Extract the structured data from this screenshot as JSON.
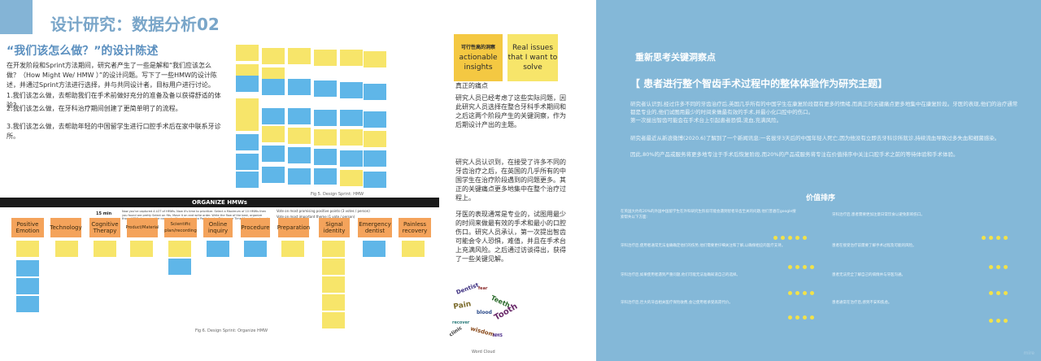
{
  "left": {
    "title": "设计研究：数据分析02",
    "subtitle": "“我们该怎么做？”的设计陈述",
    "intro": "在开发阶段和Sprint方法期间，研究者产生了一些是解和“我们应该怎么做？（How Might We/ HMW ）”的设计问题。写下了一些HMW的设计陈述，并通过Sprint方法进行选择，并与共同设计者，目标用户进行讨论。",
    "hmw_1": "1.我们该怎么做，去帮助我们在手术前做好充分的准备及备以获得舒适的体验?",
    "hmw_2": "2.我们该怎么做，在牙科治疗期间创建了更简单明了的流程。",
    "hmw_3": "3.我们该怎么做，去帮助年轻的中国留学生进行口腔手术后在家中联系牙诊所。",
    "fig5_caption": "Fig 5. Design Sprint: HMW",
    "organize_label": "ORGANIZE HMWs",
    "timer_label": "15 min",
    "instructions": "Now you've captured A LOT of HMWs. Now it's time to prioritize. Select a Maximum of 10 HMWs then you found are pretty Select on fits. Move it on and write order. Write the flow of the best, organize those HMWs to ensure the concept will make sense to Participants. Take some Time Move the column!",
    "vote_1": "Vote   on most promising positive points (3 votes / person)",
    "vote_2": "Vote   on most important theme (1 vote / person)",
    "categories": [
      "Positive Emotion",
      "Technology",
      "Cognitive Therapy",
      "Product/Material",
      "Scientific plan/recording",
      "Online inquiry",
      "Procedure",
      "Preparation",
      "Signal identity",
      "Emergency dentist",
      "Painless recovery"
    ],
    "fig6_caption": "Fig 6. Design Sprint: Organize HMW",
    "insight_cn": "可行性高的洞察",
    "insight_en": "actionable insights",
    "real_issues": "Real issues that I want to solve",
    "real_issues_cn": "真正的痛点",
    "para_1": "研究人员已经考虑了这些实际问题，因此研究人员选择在整合牙科手术期间和之后这两个阶段产生的关键洞察，作为后期设计产出的主题。",
    "para_2": "研究人员认识到，在接受了许多不同的牙齿治疗之后，在英国的几乎所有的中国学生在治疗阶段遇到的问题更多。其正的关键痛点更多地集中在整个治疗过程上。",
    "para_3": "牙医的表现通常是专业的，试图用最少的时间来做最有效的手术和最小的口腔伤口。研究人员承认，第一次提出智齿可能会令人恐惧，难值，并且在手术台上充满风险。之后通过访谈得出，获得了一些关键见解。",
    "cloud_caption": "Word Cloud"
  },
  "right": {
    "title": "重新思考关键洞察点",
    "highlight": "【 患者进行整个智齿手术过程中的整体体验作为研究主题】",
    "para_1": "研究者认识到,经过许多不同的牙齿治疗后,英国几乎所有的中国学生在康复阶段都有更多的情绪,而真正的关键痛点更多地集中在康复阶段。牙医的表现,他们的治疗通常都是专业的,他们试图用最少的时间来做最有效的手术,并最小化口腔中的伤口。",
    "para_1b": "第一次拔出智齿可能会在手术台上引起患者恐惧,流血,充满风险。",
    "para_2": "研究者最近从新浪微博(2020.6)了解到了一个新闻讯息:一名拔牙3天后的中国年轻人死亡,因为他没有立即去牙科诊所就诊,持续流血导致过多失血和细菌感染。",
    "para_2b": "因此,80%的产品或服务将更多地专注于手术后恢复阶段,而20%的产品或服务将专注在价值排序中关注口腔手术之前的等待体验和手术体验。",
    "value_title": "价值排序",
    "items": [
      "在英国大约有20%的外国中国留学生在外科研究生阶段可能会遇到智者牙齿至关的问题,他们普遍在google搜索帮失以下方面:",
      "牙科治疗后,使用者通常无法准确确定他们的伤势,他们需要更仔细关注和了解,以确保相应的医疗支持。",
      "牙科治疗后,如果使用者遇到严重问题,他们可能无法准确知道自己的选择。",
      "牙科治疗后,巨大的牙齿相关医疗保险收费,会让使用者承受高昂代价。",
      "牙科治疗后,患者需要更加注意日常饮食以避免影响伤口。",
      "患者在接受治疗前需要了解手术过程及可能的风险。",
      "患者无法完全了解自己的病情并与牙医沟通。",
      "患者通常在治疗后,感到不安和焦虑。"
    ],
    "watermark": "mire"
  }
}
